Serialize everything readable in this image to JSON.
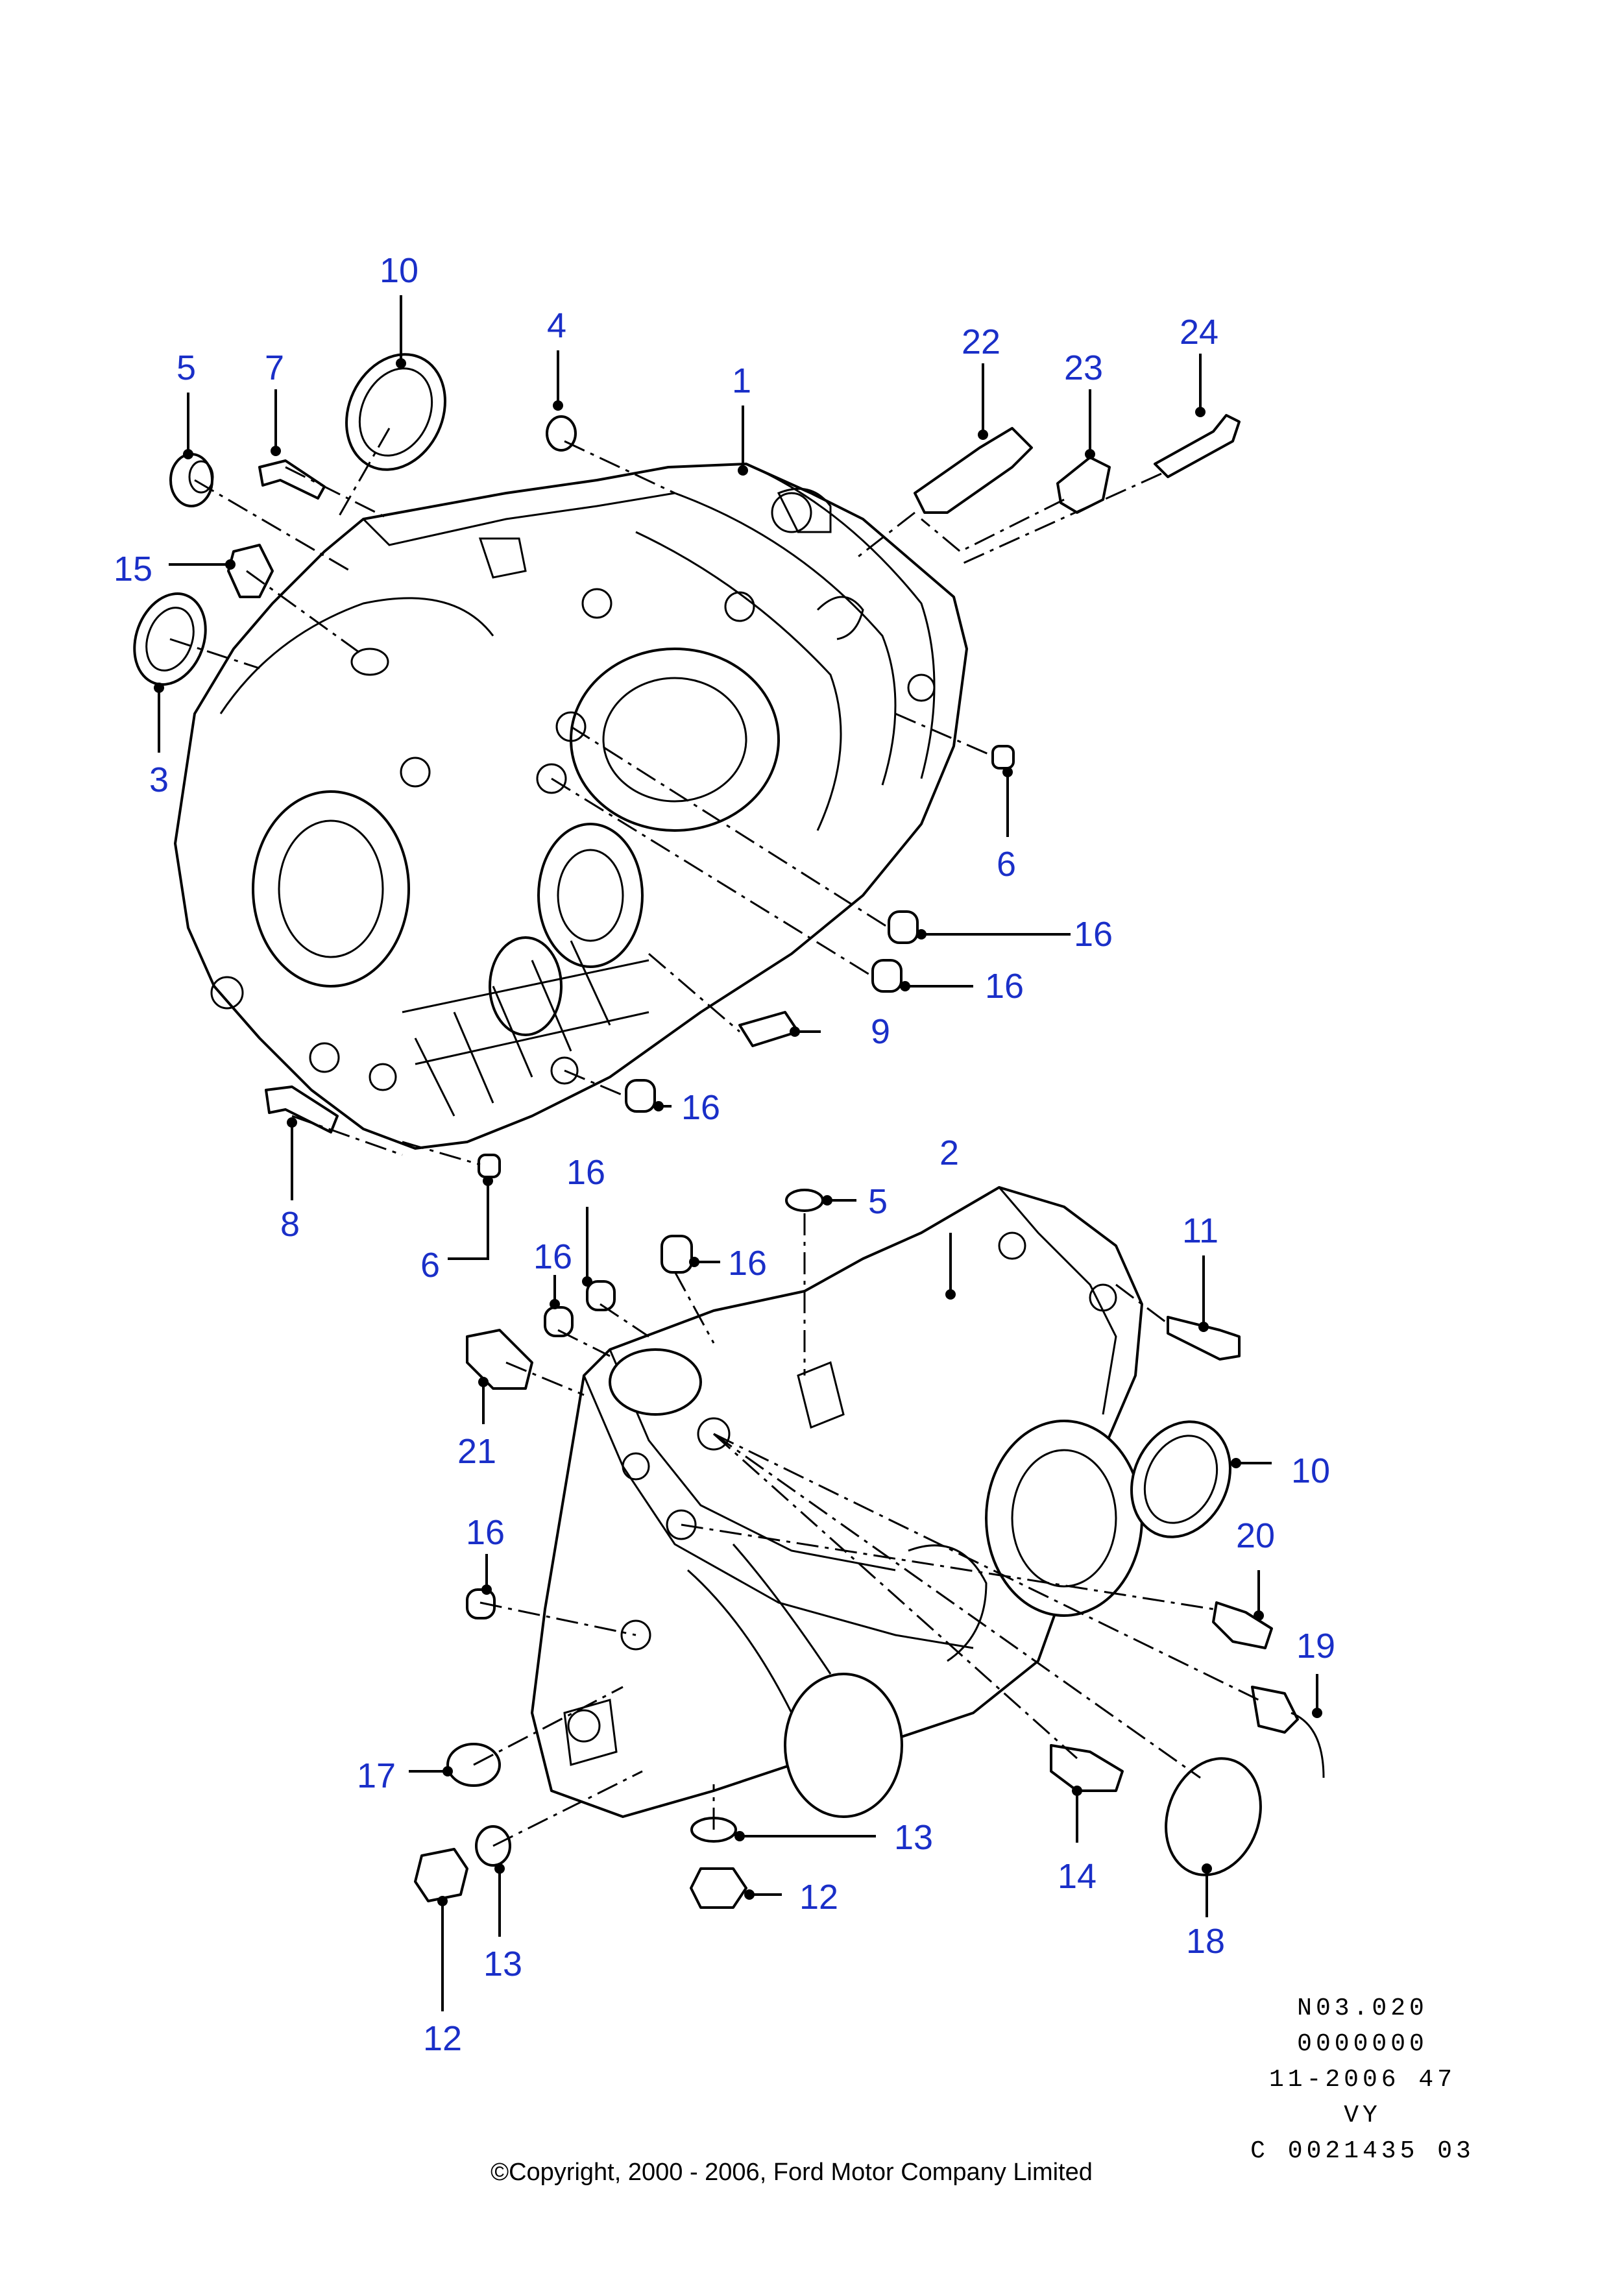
{
  "callouts": {
    "c1": "1",
    "c2": "2",
    "c3": "3",
    "c4": "4",
    "c5a": "5",
    "c5b": "5",
    "c6a": "6",
    "c6b": "6",
    "c7": "7",
    "c8": "8",
    "c9": "9",
    "c10a": "10",
    "c10b": "10",
    "c11": "11",
    "c12a": "12",
    "c12b": "12",
    "c13a": "13",
    "c13b": "13",
    "c14": "14",
    "c15": "15",
    "c16a": "16",
    "c16b": "16",
    "c16c": "16",
    "c16d": "16",
    "c16e": "16",
    "c16f": "16",
    "c16g": "16",
    "c17": "17",
    "c18": "18",
    "c19": "19",
    "c20": "20",
    "c21": "21",
    "c22": "22",
    "c23": "23",
    "c24": "24"
  },
  "reference": {
    "line1": "N03.020",
    "line2": "0000000",
    "line3": "11-2006 47",
    "line4": "VY",
    "line5": "C 0021435 03"
  },
  "copyright": "©Copyright, 2000 - 2006, Ford Motor Company Limited",
  "colors": {
    "callout": "#1a2fc8",
    "line": "#000000"
  }
}
